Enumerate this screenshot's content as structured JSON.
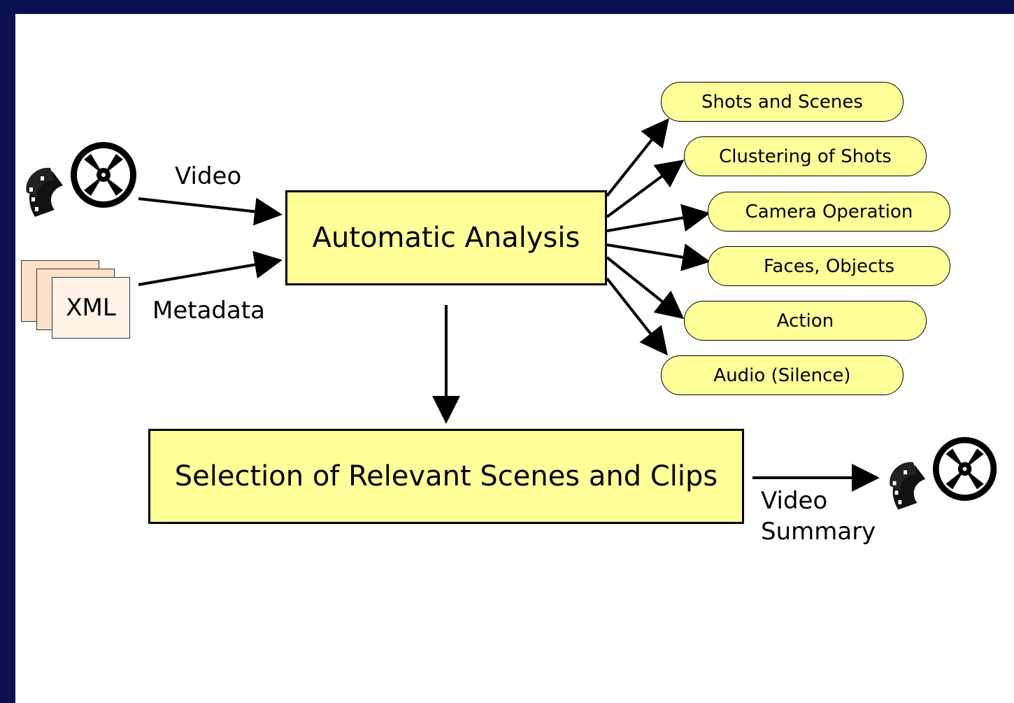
{
  "inputs": {
    "video_label": "Video",
    "metadata_label": "Metadata",
    "xml_label": "XML"
  },
  "analysis_box": {
    "label": "Automatic Analysis"
  },
  "features": [
    "Shots and Scenes",
    "Clustering of Shots",
    "Camera Operation",
    "Faces, Objects",
    "Action",
    "Audio (Silence)"
  ],
  "selection_box": {
    "label": "Selection of Relevant Scenes and Clips"
  },
  "output": {
    "line1": "Video",
    "line2": "Summary"
  },
  "colors": {
    "border": "#0a1050",
    "box_fill": "#ffff99",
    "line": "#000000"
  },
  "icons": {
    "input_icon": "film-reel-icon",
    "output_icon": "film-reel-icon",
    "metadata_icon": "xml-documents-icon"
  }
}
